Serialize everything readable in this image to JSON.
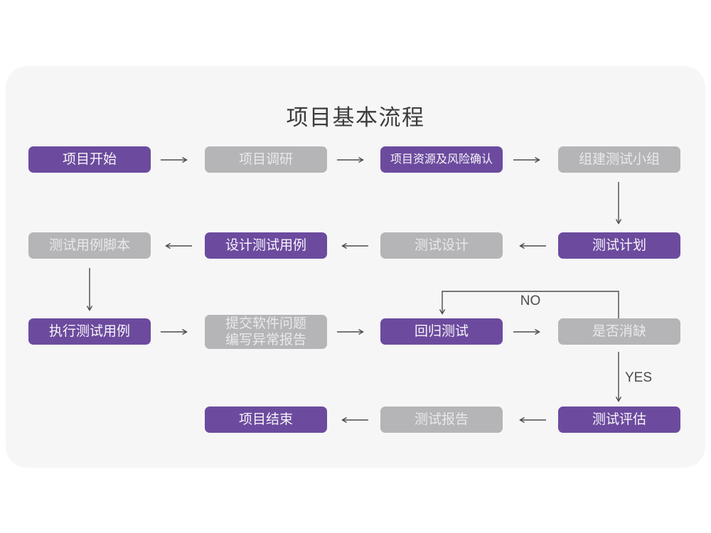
{
  "title": "项目基本流程",
  "colors": {
    "page_bg": "#FFFFFF",
    "panel_bg": "#F6F6F7",
    "purple": "#6C4B9E",
    "purple_text": "#F7F5FA",
    "gray": "#B5B4B6",
    "gray_text": "#E9E8EA",
    "arrow": "#4B4B4B",
    "title_color": "#3C3C3C"
  },
  "labels": {
    "no": "NO",
    "yes": "YES"
  },
  "nodes": [
    {
      "label": "项目开始",
      "variant": "purple"
    },
    {
      "label": "项目调研",
      "variant": "gray"
    },
    {
      "label": "项目资源及风险确认",
      "variant": "purple"
    },
    {
      "label": "组建测试小组",
      "variant": "gray"
    },
    {
      "label": "测试用例脚本",
      "variant": "gray"
    },
    {
      "label": "设计测试用例",
      "variant": "purple"
    },
    {
      "label": "测试设计",
      "variant": "gray"
    },
    {
      "label": "测试计划",
      "variant": "purple"
    },
    {
      "label": "执行测试用例",
      "variant": "purple"
    },
    {
      "label": "提交软件问题\n编写异常报告",
      "variant": "gray"
    },
    {
      "label": "回归测试",
      "variant": "purple"
    },
    {
      "label": "是否消缺",
      "variant": "gray"
    },
    {
      "label": "项目结束",
      "variant": "purple"
    },
    {
      "label": "测试报告",
      "variant": "gray"
    },
    {
      "label": "测试评估",
      "variant": "purple"
    }
  ]
}
